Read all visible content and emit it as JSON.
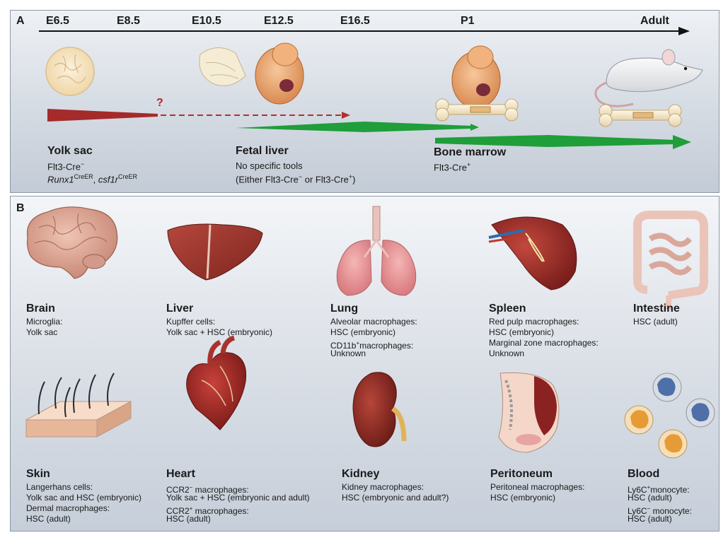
{
  "panel_a": {
    "letter": "A",
    "stages": [
      "E6.5",
      "E8.5",
      "E10.5",
      "E12.5",
      "E16.5",
      "P1",
      "Adult"
    ],
    "question_mark": "?",
    "yolk_sac": {
      "title": "Yolk sac",
      "line1_pre": "Flt3-Cre",
      "line1_sup": "−",
      "line2_gene1": "Runx1",
      "line2_sup1": "CreER",
      "line2_sep": ", ",
      "line2_gene2": "csf1r",
      "line2_sup2": "CreER"
    },
    "fetal_liver": {
      "title": "Fetal liver",
      "line1": "No specific tools",
      "line2_pre": "(Either Flt3-Cre",
      "line2_sup1": "−",
      "line2_mid": " or Flt3-Cre",
      "line2_sup2": "+",
      "line2_post": ")"
    },
    "bone_marrow": {
      "title": "Bone marrow",
      "line1_pre": "Flt3-Cre",
      "line1_sup": "+"
    }
  },
  "panel_b": {
    "letter": "B",
    "organs": {
      "brain": {
        "title": "Brain",
        "lines": [
          "Microglia:",
          "Yolk sac"
        ]
      },
      "liver": {
        "title": "Liver",
        "lines": [
          "Kupffer cells:",
          "Yolk sac + HSC (embryonic)"
        ]
      },
      "lung": {
        "title": "Lung",
        "line1": "Alveolar macrophages:",
        "line2": "HSC (embryonic)",
        "line3_pre": "CD11b",
        "line3_sup": "+",
        "line3_post": "macrophages:",
        "line4": "Unknown"
      },
      "spleen": {
        "title": "Spleen",
        "lines": [
          "Red pulp macrophages:",
          "HSC (embryonic)",
          "Marginal zone macrophages:",
          "Unknown"
        ]
      },
      "intestine": {
        "title": "Intestine",
        "lines": [
          "HSC (adult)"
        ]
      },
      "skin": {
        "title": "Skin",
        "lines": [
          "Langerhans cells:",
          "Yolk sac and HSC (embryonic)",
          "Dermal macrophages:",
          "HSC (adult)"
        ]
      },
      "heart": {
        "title": "Heart",
        "line1_pre": "CCR2",
        "line1_sup": "−",
        "line1_post": " macrophages:",
        "line2": "Yolk sac + HSC (embryonic and adult)",
        "line3_pre": "CCR2",
        "line3_sup": "+",
        "line3_post": " macrophages:",
        "line4": "HSC (adult)"
      },
      "kidney": {
        "title": "Kidney",
        "lines": [
          "Kidney macrophages:",
          "HSC (embryonic and adult?)"
        ]
      },
      "peritoneum": {
        "title": "Peritoneum",
        "lines": [
          "Peritoneal macrophages:",
          "HSC (embryonic)"
        ]
      },
      "blood": {
        "title": "Blood",
        "line1_pre": "Ly6C",
        "line1_sup": "+",
        "line1_post": "monocyte:",
        "line2": "HSC (adult)",
        "line3_pre": "Ly6C",
        "line3_sup": "−",
        "line3_post": " monocyte:",
        "line4": "HSC (adult)"
      }
    }
  },
  "colors": {
    "yolk_arrow": "#a52a2a",
    "green_arrow": "#1f9e3a",
    "question": "#b22222"
  }
}
